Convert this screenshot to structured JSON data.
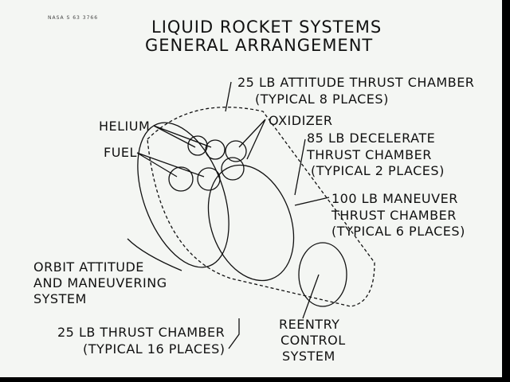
{
  "id_code": "NASA S 63 3766",
  "title": [
    "LIQUID ROCKET SYSTEMS",
    "GENERAL ARRANGEMENT"
  ],
  "labels": {
    "attitude_thrust": [
      "25 LB ATTITUDE THRUST CHAMBER",
      "(TYPICAL 8 PLACES)"
    ],
    "helium": "HELIUM",
    "oxidizer": "OXIDIZER",
    "fuel": "FUEL",
    "decelerate": [
      "85 LB DECELERATE",
      "THRUST CHAMBER",
      "(TYPICAL 2 PLACES)"
    ],
    "maneuver": [
      "100 LB MANEUVER",
      "THRUST CHAMBER",
      "(TYPICAL 6 PLACES)"
    ],
    "oams": [
      "ORBIT ATTITUDE",
      "AND MANEUVERING",
      "SYSTEM"
    ],
    "thrust16": [
      "25 LB THRUST CHAMBER",
      "(TYPICAL 16 PLACES)"
    ],
    "rcs": [
      "REENTRY",
      "CONTROL",
      "SYSTEM"
    ]
  }
}
